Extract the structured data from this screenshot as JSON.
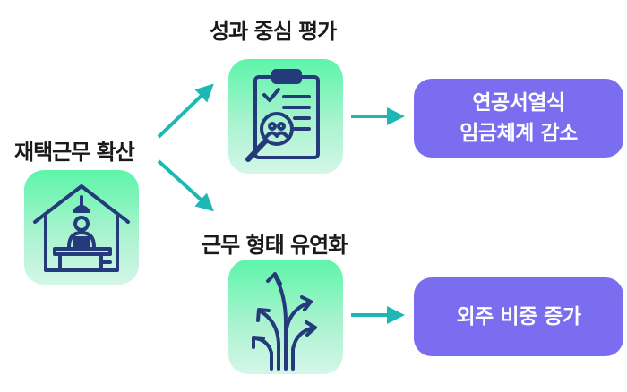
{
  "source": {
    "label": "재택근무 확산",
    "icon": "remote-work-house-icon"
  },
  "branches": [
    {
      "label": "성과 중심 평가",
      "icon": "clipboard-evaluation-icon",
      "result_lines": [
        "연공서열식",
        "임금체계 감소"
      ]
    },
    {
      "label": "근무 형태 유연화",
      "icon": "branching-arrows-icon",
      "result_lines": [
        "외주 비중 증가"
      ]
    }
  ],
  "colors": {
    "accent": "#1db8b4",
    "result_bg": "#7a6df0",
    "icon_stroke": "#243a7a",
    "tile_top": "#5df5a9"
  }
}
